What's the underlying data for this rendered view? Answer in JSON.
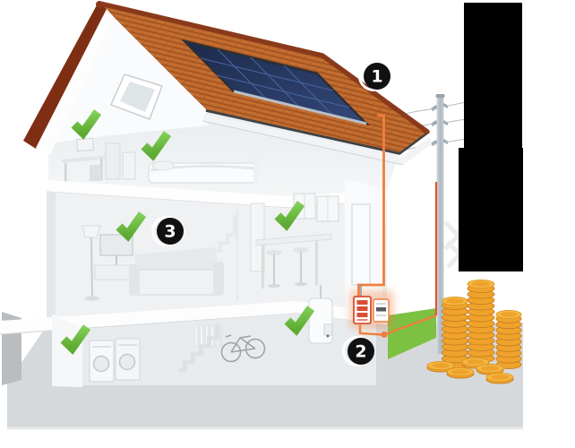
{
  "illustration": {
    "subject": "cutaway house with rooftop solar panels, self-consumption wiring, utility pole and coin stacks",
    "callouts": [
      {
        "id": "callout-1",
        "label": "1",
        "location": "solar-panel-roof"
      },
      {
        "id": "callout-2",
        "label": "2",
        "location": "inverter-meter-basement"
      },
      {
        "id": "callout-3",
        "label": "3",
        "location": "living-room"
      }
    ],
    "checkmark_locations": [
      "attic-office",
      "attic-bedroom",
      "living-room",
      "kitchen",
      "basement-laundry",
      "basement-boiler"
    ],
    "redacted_blocks": 2,
    "colors": {
      "accent_cable_orange": "#f07f3c",
      "pole_cable_red": "#e2552f",
      "check_green": "#6fbf44",
      "grass_green": "#7cc142",
      "roof_tile_orange": "#bf6a2e",
      "roof_ridge_brown": "#8a3a1b",
      "solar_panel_navy": "#24395f",
      "coin_gold": "#efa32d",
      "callout_black": "#111111",
      "redaction_black": "#000000"
    }
  }
}
